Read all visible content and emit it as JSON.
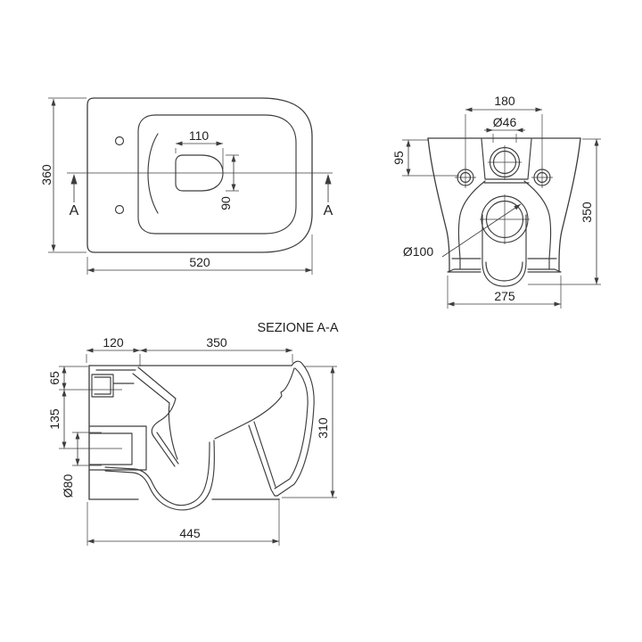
{
  "drawing": {
    "section_label": "SEZIONE A-A",
    "section_letter": "A",
    "line_color": "#3d3d3d",
    "background_color": "#ffffff",
    "views": {
      "top": {
        "depth": "360",
        "width": "520",
        "hole_width": "110",
        "hole_depth": "90"
      },
      "rear": {
        "fixing_centres": "180",
        "inlet_diameter": "Ø46",
        "inlet_offset": "95",
        "height": "350",
        "outlet_diameter": "Ø100",
        "base_width": "275"
      },
      "section": {
        "rear_depth": "120",
        "front_depth": "350",
        "inlet_drop": "65",
        "outlet_drop": "135",
        "outlet_diameter": "Ø80",
        "overall_depth": "445",
        "height": "310"
      }
    }
  }
}
